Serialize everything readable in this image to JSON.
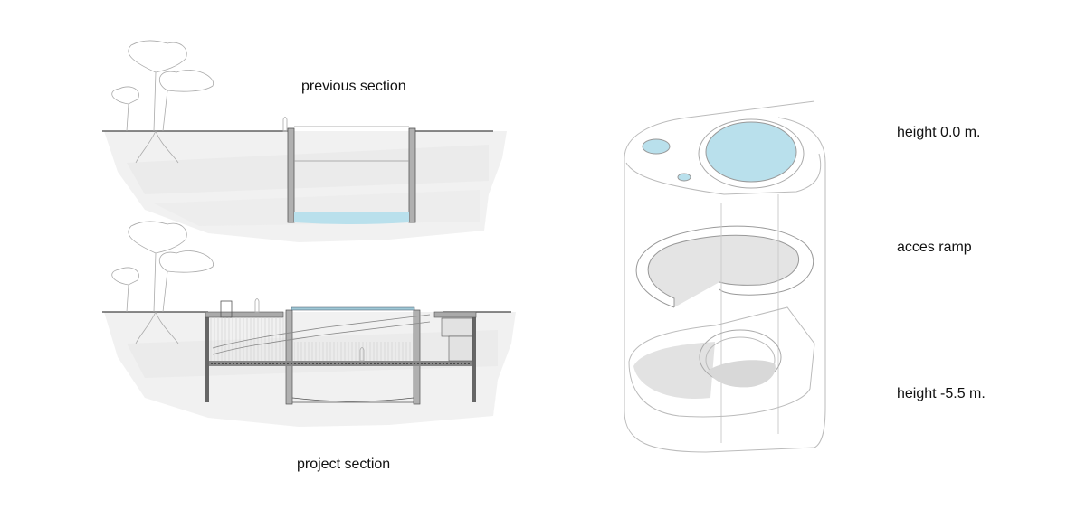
{
  "sections": {
    "previous": {
      "label": "previous section"
    },
    "project": {
      "label": "project section"
    }
  },
  "axonometric": {
    "levels": [
      {
        "label": "height 0.0 m."
      },
      {
        "label": "acces ramp"
      },
      {
        "label": "height -5.5 m."
      }
    ]
  },
  "colors": {
    "water": "#b9e0ec",
    "wall": "#b0b0b0",
    "ground": "#f0f0f0",
    "line": "#555555",
    "text": "#111111"
  }
}
